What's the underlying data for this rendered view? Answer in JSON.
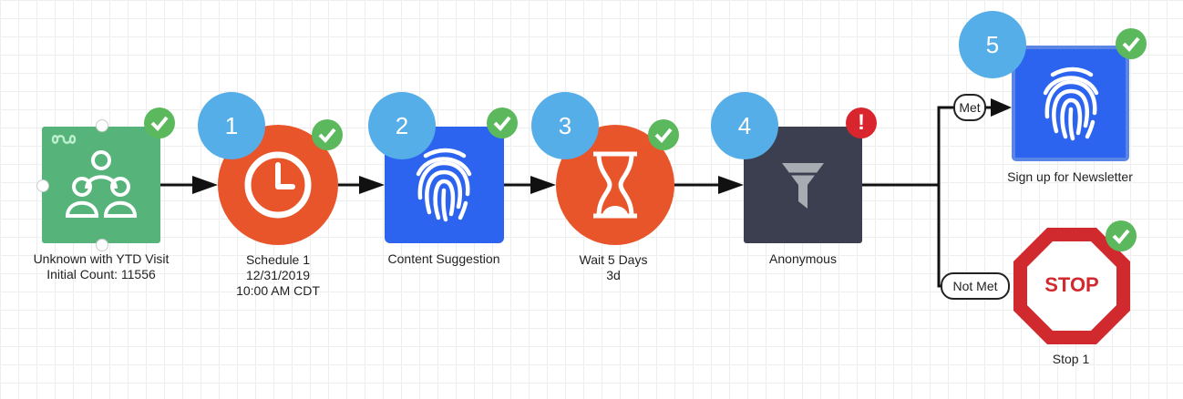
{
  "nodes": {
    "entry": {
      "label_line1": "Unknown with YTD Visit",
      "label_line2": "Initial Count: 11556",
      "color": "#56b37a",
      "icon": "people-icon"
    },
    "schedule": {
      "step": "1",
      "label_line1": "Schedule 1",
      "label_line2": "12/31/2019",
      "label_line3": "10:00 AM CDT",
      "color": "#e8552b",
      "icon": "clock-icon"
    },
    "content": {
      "step": "2",
      "label": "Content Suggestion",
      "color": "#2c64f0",
      "icon": "fingerprint-icon"
    },
    "wait": {
      "step": "3",
      "label_line1": "Wait 5 Days",
      "label_line2": "3d",
      "color": "#e8552b",
      "icon": "hourglass-icon"
    },
    "filter": {
      "step": "4",
      "label": "Anonymous",
      "color": "#3c3f50",
      "icon": "filter-icon",
      "status": "error",
      "error_glyph": "!"
    },
    "newsletter": {
      "step": "5",
      "label": "Sign up for Newsletter",
      "color": "#2c64f0",
      "icon": "fingerprint-icon"
    },
    "stop": {
      "label": "Stop 1",
      "sign_text": "STOP",
      "color": "#d02a2f",
      "icon": "stop-sign-icon"
    }
  },
  "branches": {
    "met_label": "Met",
    "not_met_label": "Not Met"
  },
  "colors": {
    "badge": "#55aee8",
    "success": "#5cb85c",
    "error": "#d9262e"
  }
}
